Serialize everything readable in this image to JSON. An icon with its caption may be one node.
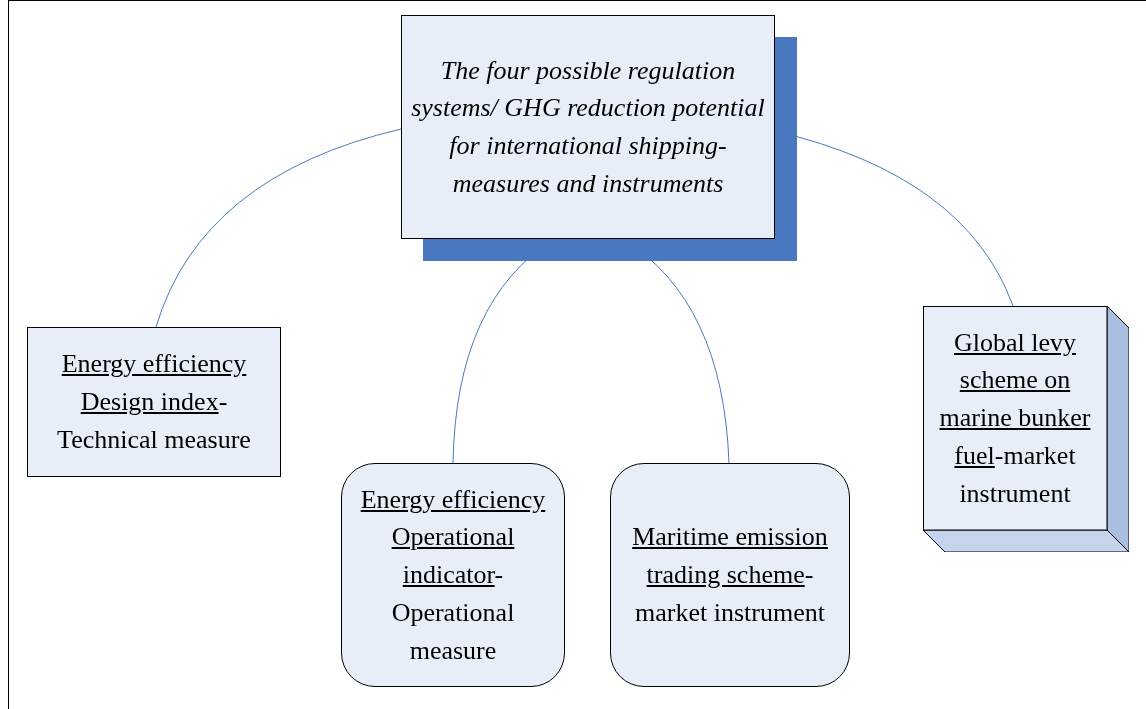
{
  "diagram": {
    "nodes": [
      {
        "text": [
          "The four possible regulation systems/ GHG reduction potential for international shipping-measures and instruments"
        ]
      },
      {
        "text": [
          "Energy efficiency Design index",
          "-Technical measure"
        ]
      },
      {
        "text": [
          "Energy efficiency Operational indicator",
          "-Operational measure"
        ]
      },
      {
        "text": [
          "Maritime emission trading scheme",
          "-market instrument"
        ]
      },
      {
        "text": [
          "Global levy scheme on marine bunker fuel",
          "-market instrument"
        ]
      }
    ],
    "edges": [
      {
        "from": 0,
        "to": 1,
        "arrow": "none"
      },
      {
        "from": 0,
        "to": 2,
        "arrow": "none"
      },
      {
        "from": 0,
        "to": 3,
        "arrow": "none"
      },
      {
        "from": 0,
        "to": 4,
        "arrow": "none"
      }
    ]
  }
}
